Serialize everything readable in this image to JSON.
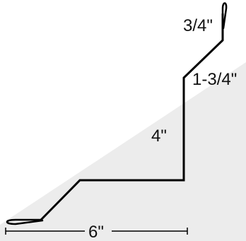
{
  "diagram": {
    "dimensions": {
      "top_flange": "3/4\"",
      "upper_leg": "1-3/4\"",
      "vertical": "4\"",
      "base_width": "6\""
    },
    "colors": {
      "profile_stroke": "#000000",
      "shadow_fill": "#ececec",
      "text": "#111111"
    }
  }
}
